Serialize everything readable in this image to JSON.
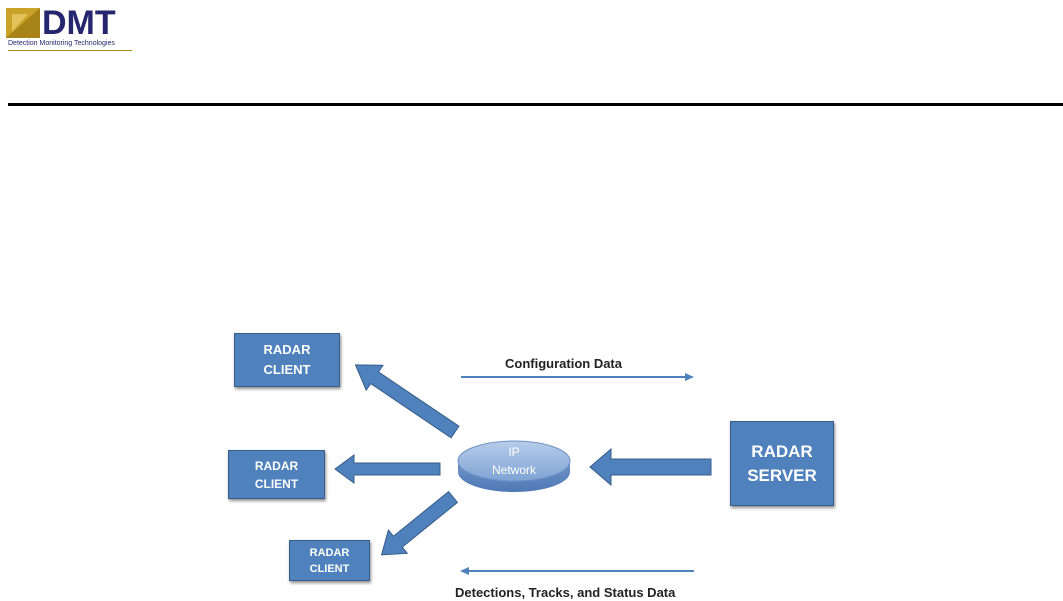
{
  "logo": {
    "letters": "DMT",
    "tagline": "Detection Monitoring Technologies"
  },
  "diagram": {
    "network": {
      "line1": "IP",
      "line2": "Network"
    },
    "clients": [
      {
        "line1": "RADAR",
        "line2": "CLIENT"
      },
      {
        "line1": "RADAR",
        "line2": "CLIENT"
      },
      {
        "line1": "RADAR",
        "line2": "CLIENT"
      }
    ],
    "server": {
      "line1": "RADAR",
      "line2": "SERVER"
    },
    "flows": {
      "configuration": "Configuration Data",
      "detections": "Detections, Tracks, and Status Data"
    },
    "colors": {
      "box_fill": "#4f81bd",
      "box_border": "#385d8a",
      "arrow_fill": "#4f81bd",
      "logo_navy": "#26266f",
      "logo_gold": "#c9a227"
    }
  }
}
